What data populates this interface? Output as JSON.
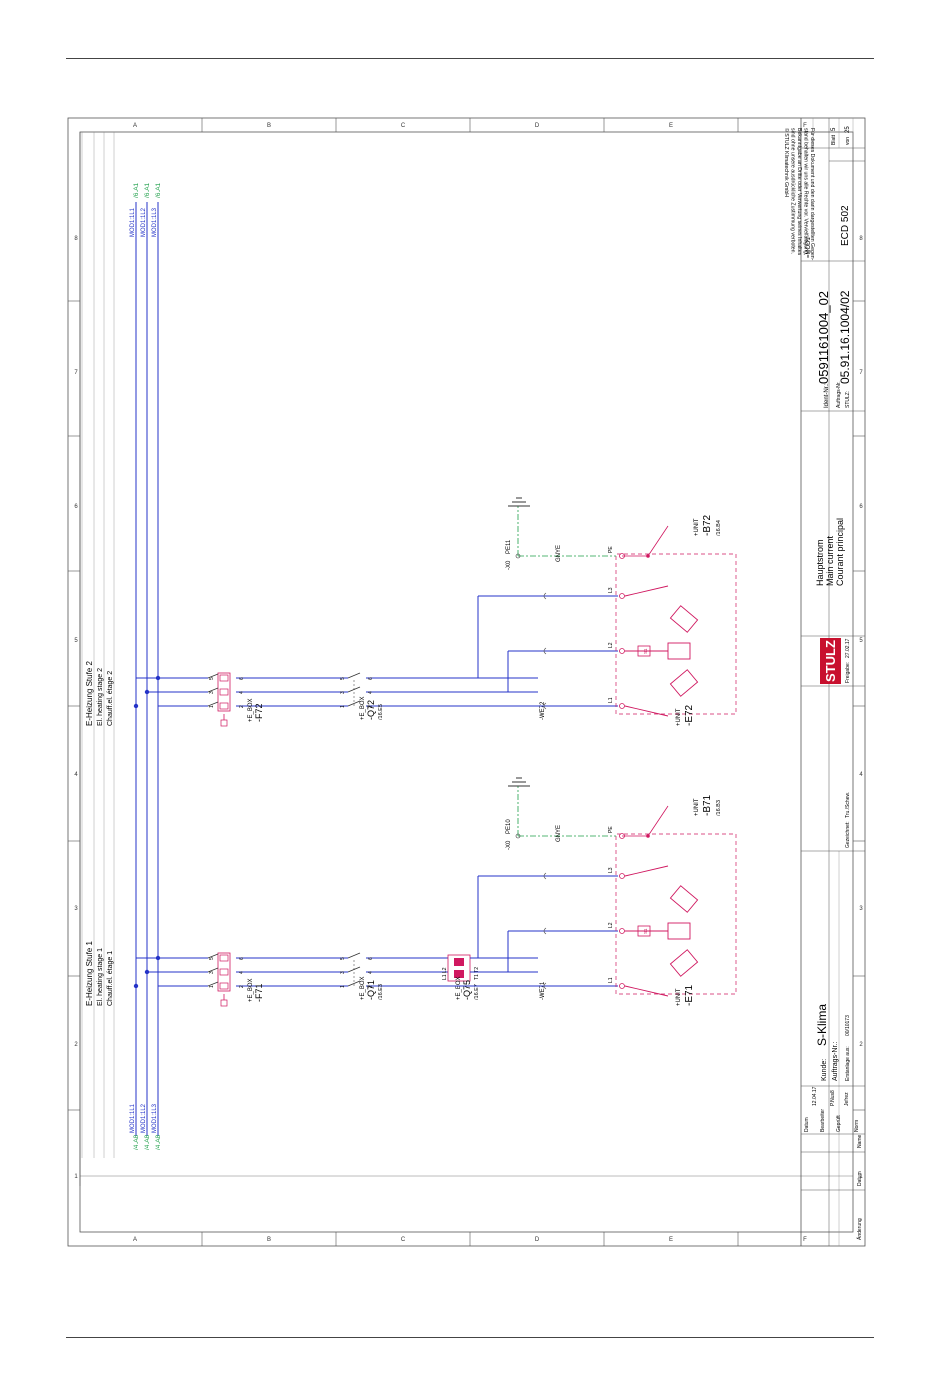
{
  "colors": {
    "power": "#2433c8",
    "device": "#d01860",
    "pe": "#1fa04a",
    "frame": "#555555",
    "logo": "#c8102e"
  },
  "icons": [
    "earth-ground-icon",
    "brand-logo-icon"
  ],
  "frame": {
    "col_letters": [
      "A",
      "B",
      "C",
      "D",
      "E",
      "F"
    ],
    "row_numbers": [
      "1",
      "2",
      "3",
      "4",
      "5",
      "6",
      "7",
      "8"
    ]
  },
  "stages": [
    {
      "de": "E-Heizung Stufe 1",
      "en": "El. heating stage 1",
      "fr": "Chauff.el. étage 1"
    },
    {
      "de": "E-Heizung Stufe 2",
      "en": "El. heating stage 2",
      "fr": "Chauff.el. étage 2"
    }
  ],
  "incoming": {
    "refs": [
      "/4.A8",
      "/4.A8",
      "/4.A8"
    ],
    "labels": [
      "MOD1:1L1",
      "MOD1:1L2",
      "MOD1:1L3"
    ]
  },
  "outgoing": {
    "refs": [
      "/6.A1",
      "/6.A1",
      "/6.A1"
    ],
    "labels": [
      "MOD1:1L1",
      "MOD1:1L2",
      "MOD1:1L3"
    ]
  },
  "fuses": [
    {
      "loc": "+E_BOX",
      "tag": "-F71",
      "terms_top": [
        "1",
        "3",
        "5"
      ],
      "terms_bot": [
        "2",
        "4",
        "6"
      ]
    },
    {
      "loc": "+E_BOX",
      "tag": "-F72",
      "terms_top": [
        "1",
        "3",
        "5"
      ],
      "terms_bot": [
        "2",
        "4",
        "6"
      ]
    }
  ],
  "contactors": [
    {
      "loc": "+E_BOX",
      "tag": "-Q71",
      "ref": "/16.E3",
      "terms_top": [
        "1",
        "3",
        "5"
      ],
      "terms_bot": [
        "2",
        "4",
        "6"
      ]
    },
    {
      "loc": "+E_BOX",
      "tag": "-Q72",
      "ref": "/16.E5",
      "terms_top": [
        "1",
        "3",
        "5"
      ],
      "terms_bot": [
        "2",
        "4",
        "6"
      ]
    }
  ],
  "ssr": {
    "loc": "+E_BOX",
    "tag": "-Q75",
    "ref": "/16.E7",
    "in": "L1 L2",
    "out": "T1 T2"
  },
  "cables": [
    "-WE71",
    "-WE72"
  ],
  "pe_terminals": [
    "-X0",
    "PE10",
    "PE11"
  ],
  "wire_colors": [
    "GNYE",
    "GNYE"
  ],
  "heaters": [
    {
      "loc": "+UNIT",
      "tag": "-E71",
      "terms": [
        "L1",
        "L2",
        "L3",
        "PE"
      ],
      "coil": "S1"
    },
    {
      "loc": "+UNIT",
      "tag": "-E72",
      "terms": [
        "L1",
        "L2",
        "L3",
        "PE"
      ],
      "coil": "S1"
    }
  ],
  "thermostats": [
    {
      "loc": "+UNIT",
      "tag": "-B71",
      "ref": "/16.B3"
    },
    {
      "loc": "+UNIT",
      "tag": "-B72",
      "ref": "/16.B4"
    }
  ],
  "title_block": {
    "copyright": [
      "Für dieses Dokument und den darin dargestellten Gegen-",
      "stand behalten wir uns alle Rechte vor. Vervielfältigung,",
      "Bekanntgabe an Dritte oder Verwertung seines Inhaltes",
      "sind ohne unsere ausdrückliche Zustimmung verboten.",
      "© STULZ Klimatechnik GmbH"
    ],
    "rev_headers": [
      "Änderung",
      "Datum",
      "Name"
    ],
    "meta": [
      {
        "label": "Datum",
        "value": "12.04.17"
      },
      {
        "label": "Bearbeiter",
        "value": "P.Nus8"
      },
      {
        "label": "Geprüft",
        "value": "Jefrez"
      },
      {
        "label": "Norm",
        "value": ""
      }
    ],
    "kunde_label": "Kunde:",
    "kunde": "S-Klima",
    "auftrag_label": "Auftrags-Nr.:",
    "erstanl_label": "Erstanlage aus:",
    "erstanl_value": "00/10173",
    "gez_label": "Gezeichnet:",
    "gez_value": "Tru./Schew.",
    "logo": "STULZ",
    "freigabe_label": "Freigabe:",
    "freigabe_value": "27.02.17",
    "title_de": "Hauptstrom",
    "title_en": "Main current",
    "title_fr": "Courant principal",
    "ident_label": "Ident-Nr.:",
    "ident_value": "0591161004_02",
    "auftrag2_label": "Auftrags-Nr.",
    "stulz_label": "STULZ:",
    "stulz_value": "05.91.16.1004/02",
    "mod": "=MOD1",
    "product": "ECD 502",
    "blatt_label": "Blatt",
    "blatt_value": "5",
    "von_label": "von",
    "von_value": "25"
  }
}
